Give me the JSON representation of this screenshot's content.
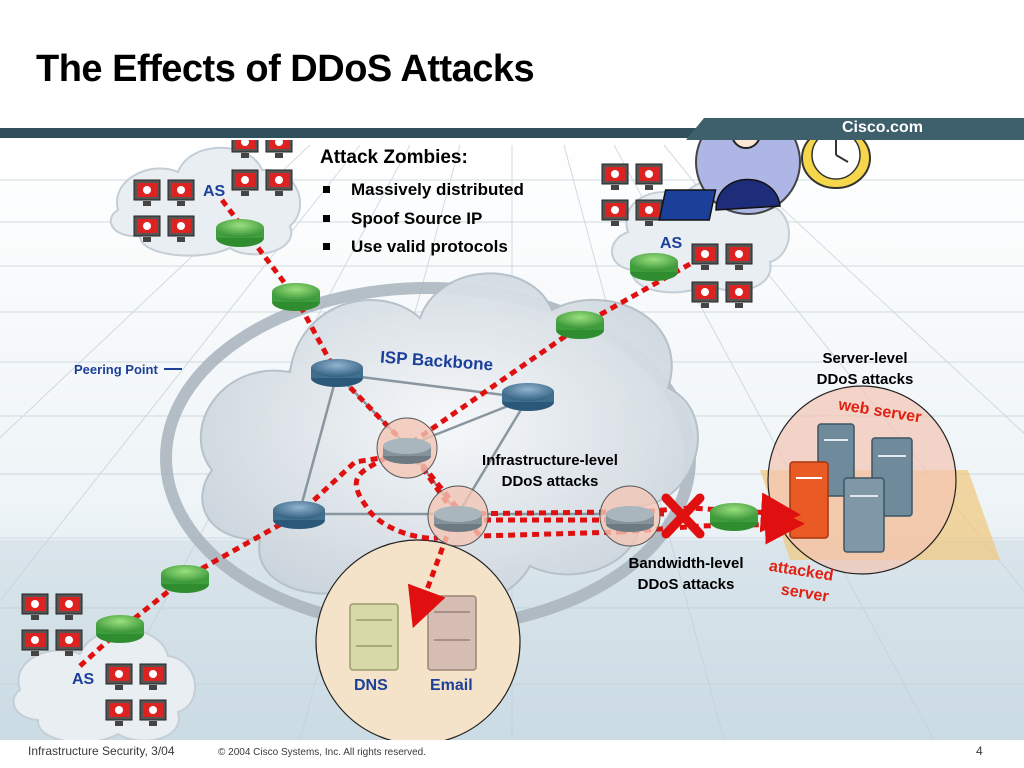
{
  "slide": {
    "title": "The Effects of DDoS Attacks",
    "brand": "Cisco.com"
  },
  "attack_zombies": {
    "heading": "Attack Zombies:",
    "bullets": [
      "Massively distributed",
      "Spoof Source IP",
      "Use valid protocols"
    ]
  },
  "diagram": {
    "peering_point": "Peering Point",
    "isp_backbone": "ISP Backbone",
    "as_label": "AS",
    "server_level": [
      "Server-level",
      "DDoS attacks"
    ],
    "infrastructure_level": [
      "Infrastructure-level",
      "DDoS attacks"
    ],
    "bandwidth_level": [
      "Bandwidth-level",
      "DDoS attacks"
    ],
    "web_server": "web server",
    "attacked_server": [
      "attacked",
      "server"
    ],
    "dns": "DNS",
    "email": "Email"
  },
  "colors": {
    "attack_path": "#e01010",
    "header_band": "#2f4f5c",
    "router": "#4caf50",
    "core_router": "#3f6f8f",
    "label_blue": "#1c3f9a",
    "label_red": "#e02010"
  },
  "footer": {
    "left": "Infrastructure Security, 3/04",
    "center": "© 2004 Cisco Systems, Inc. All rights reserved.",
    "page": "4"
  }
}
